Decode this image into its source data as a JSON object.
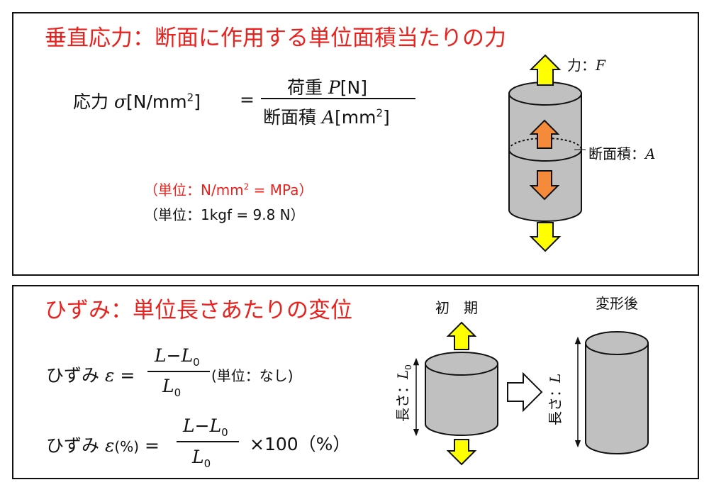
{
  "stress_panel": {
    "title": "垂直応力：断面に作用する単位面積当たりの力",
    "lhs_label": "応力",
    "lhs_symbol": "σ",
    "lhs_unit_open": "[N/mm",
    "lhs_unit_exp": "2",
    "lhs_unit_close": "]",
    "equals": "=",
    "numerator_label": "荷重",
    "numerator_symbol": "P",
    "numerator_unit": "[N]",
    "denominator_label": "断面積",
    "denominator_symbol": "A",
    "denominator_unit_open": "[mm",
    "denominator_unit_exp": "2",
    "denominator_unit_close": "]",
    "unit_note_1_a": "（単位：N/mm",
    "unit_note_1_exp": "2",
    "unit_note_1_b": " = MPa）",
    "unit_note_2": "（単位：1kgf = 9.8 N）",
    "force_label": "力：",
    "force_symbol": "F",
    "area_label": "断面積：",
    "area_symbol": "A"
  },
  "strain_panel": {
    "title": "ひずみ：単位長さあたりの変位",
    "eq1_label": "ひずみ",
    "eq1_symbol": "ε",
    "eq1_equals": "=",
    "eq1_num_a": "L",
    "eq1_num_minus": "−",
    "eq1_num_b": "L",
    "eq1_num_sub": "0",
    "eq1_den": "L",
    "eq1_den_sub": "0",
    "eq1_unit": "(単位：なし)",
    "eq2_label": "ひずみ",
    "eq2_symbol": "ε",
    "eq2_pct": "(%)",
    "eq2_equals": "=",
    "eq2_num_a": "L",
    "eq2_num_minus": "−",
    "eq2_num_b": "L",
    "eq2_num_sub": "0",
    "eq2_den": "L",
    "eq2_den_sub": "0",
    "eq2_tail": "×100（%）",
    "initial_label": "初　期",
    "deformed_label": "変形後",
    "initial_length_label": "長さ：",
    "initial_length_symbol": "L",
    "initial_length_sub": "0",
    "deformed_length_label": "長さ：",
    "deformed_length_symbol": "L"
  },
  "colors": {
    "title_red": "#e8231f",
    "arrow_yellow": "#ffff00",
    "arrow_orange": "#f58b3a",
    "cylinder_gray": "#c0c0c0"
  }
}
